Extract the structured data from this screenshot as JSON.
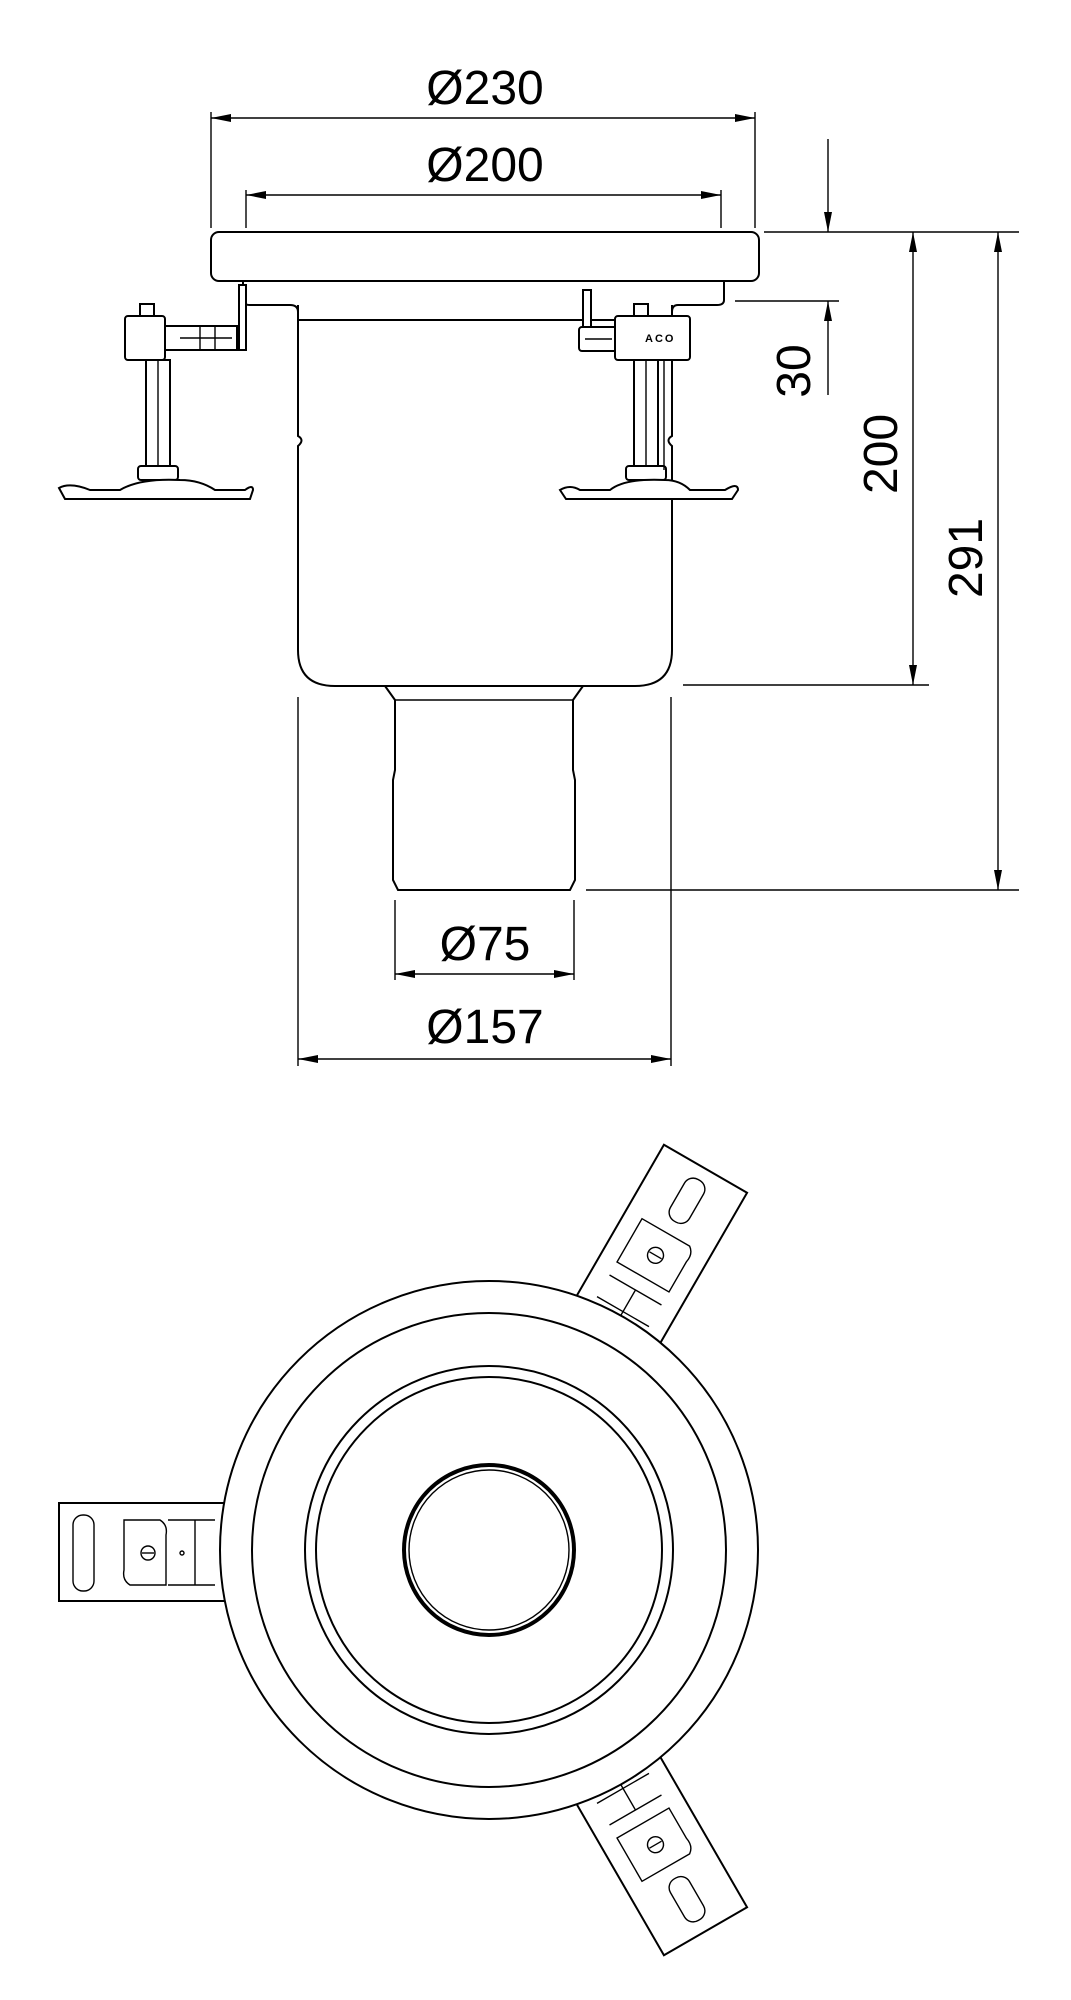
{
  "drawing": {
    "side_view": {
      "brand_label": "ACO",
      "dimensions": {
        "flange_diameter": "Ø230",
        "grate_diameter": "Ø200",
        "flange_height": "30",
        "body_height": "200",
        "total_height": "291",
        "outlet_diameter": "Ø75",
        "body_diameter": "Ø157"
      }
    },
    "top_view": {
      "anchor_count": 3
    },
    "line_color": "#000000",
    "background_color": "#ffffff"
  }
}
